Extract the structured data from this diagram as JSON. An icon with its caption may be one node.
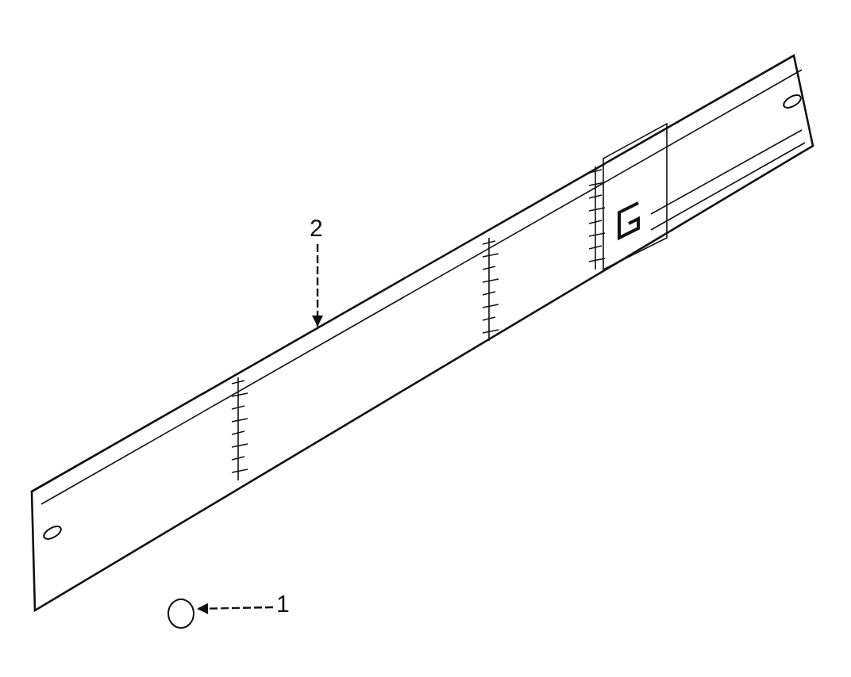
{
  "diagram": {
    "nodes": [
      {
        "text": [
          "1"
        ]
      },
      {
        "text": [],
        "shape": "picture"
      },
      {
        "text": [
          "2"
        ]
      },
      {
        "text": [],
        "shape": "picture"
      }
    ],
    "edges": [
      {
        "from": 0,
        "to": 1,
        "arrow": "to"
      },
      {
        "from": 2,
        "to": 3,
        "arrow": "to"
      }
    ]
  }
}
